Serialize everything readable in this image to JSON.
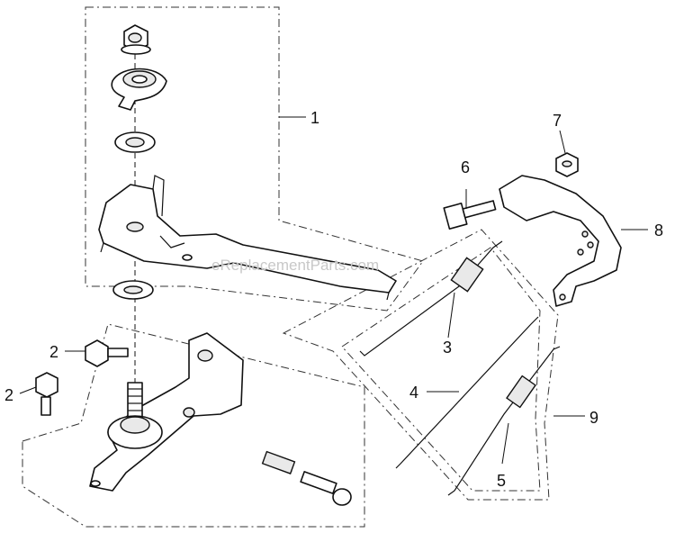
{
  "callouts": {
    "c1": "1",
    "c2a": "2",
    "c2b": "2",
    "c3": "3",
    "c4": "4",
    "c5": "5",
    "c6": "6",
    "c7": "7",
    "c8": "8",
    "c9": "9"
  },
  "watermark": "eReplacementParts.com"
}
